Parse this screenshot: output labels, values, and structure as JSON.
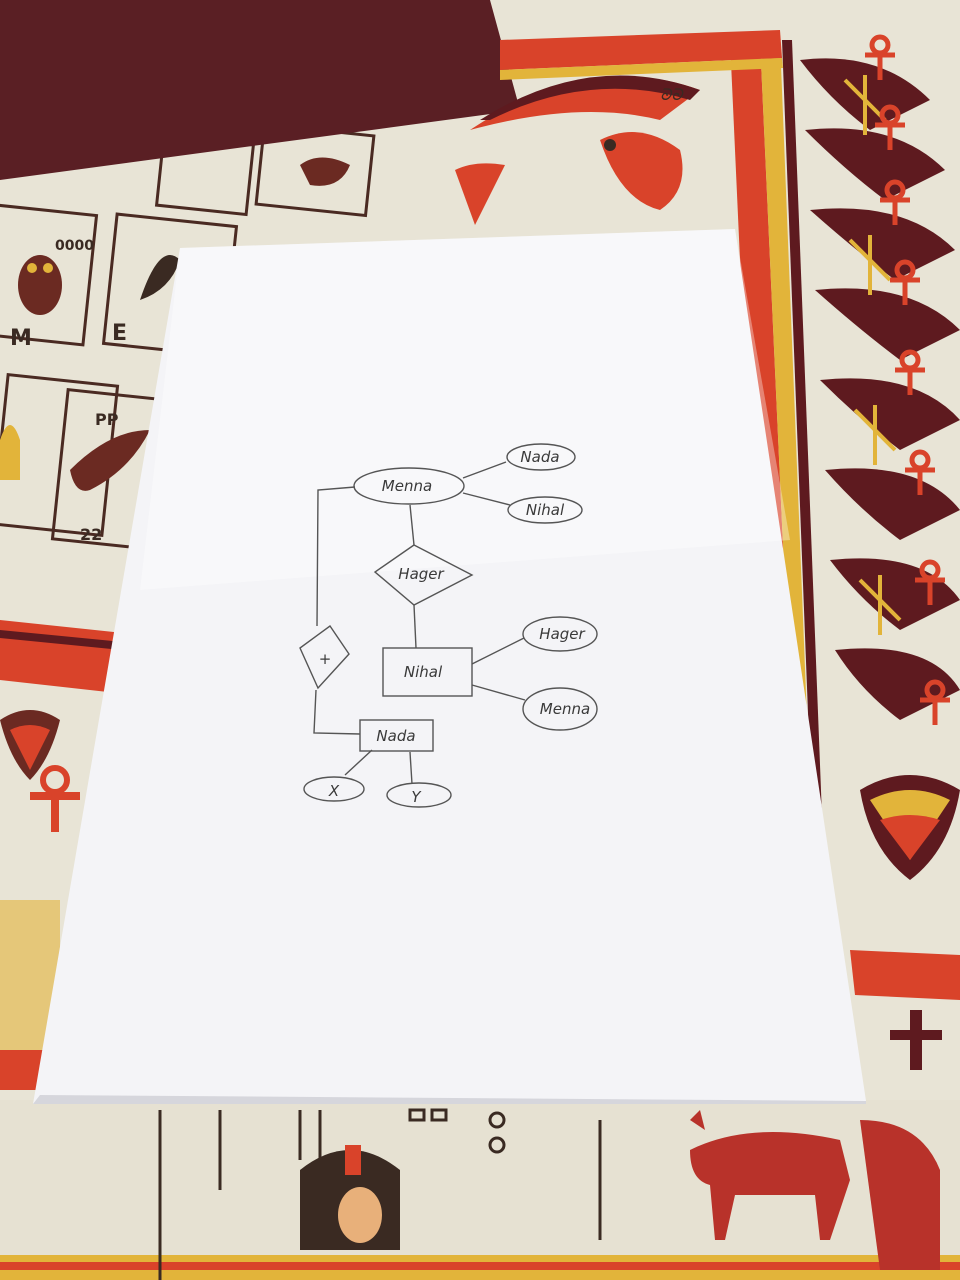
{
  "diagram": {
    "entities": {
      "menna_oval": "Menna",
      "nada_top": "Nada",
      "nihal_top": "Nihal",
      "hager_diamond": "Hager",
      "nihal_box": "Nihal",
      "hager_right": "Hager",
      "menna_right": "Menna",
      "plus_diamond": "+",
      "nada_box": "Nada",
      "x_oval": "X",
      "y_oval": "Y"
    }
  },
  "background": {
    "tile_labels": [
      "M",
      "E",
      "PP",
      "22",
      "0000"
    ]
  },
  "colors": {
    "paper": "#f4f4f7",
    "tablecloth": "#e8e4d6",
    "maroon": "#5e1a1f",
    "red": "#d9432a",
    "ochre": "#e2b43a",
    "folder": "#5a1f24"
  }
}
